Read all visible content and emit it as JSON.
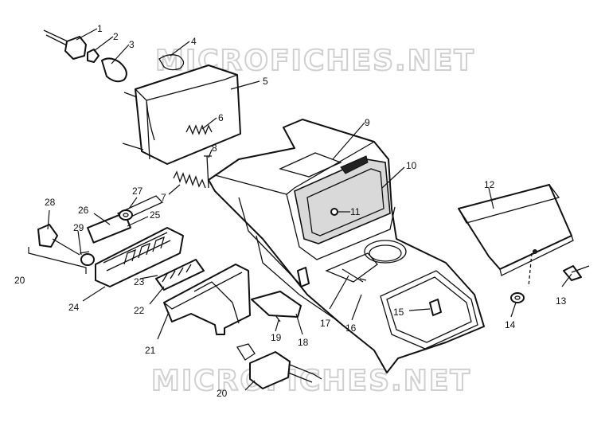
{
  "watermarks": [
    "MICROFICHES.NET",
    "MICROFICHES.NET"
  ],
  "callouts": [
    "1",
    "2",
    "3",
    "4",
    "5",
    "6",
    "7",
    "8",
    "9",
    "10",
    "11",
    "12",
    "13",
    "14",
    "15",
    "16",
    "17",
    "18",
    "19",
    "20",
    "21",
    "22",
    "23",
    "24",
    "25",
    "26",
    "27",
    "28",
    "29",
    "20"
  ]
}
